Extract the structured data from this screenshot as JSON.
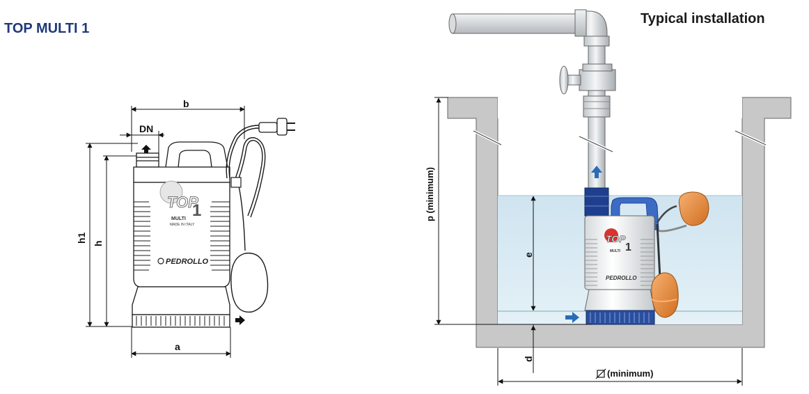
{
  "header": {
    "product_title": "TOP MULTI 1",
    "installation_title": "Typical installation"
  },
  "pump_drawing": {
    "dim_b": "b",
    "dim_dn": "DN",
    "dim_h1": "h1",
    "dim_h": "h",
    "dim_a": "a",
    "logo_top": "TOP",
    "logo_number": "1",
    "logo_model": "MULTI",
    "logo_made_in": "MADE IN ITALY",
    "brand": "PEDROLLO"
  },
  "installation": {
    "dim_p": "p (minimum)",
    "dim_e": "e",
    "dim_d": "d",
    "dim_width": "(minimum)",
    "logo_top": "TOP",
    "logo_number": "1",
    "logo_model": "MULTI",
    "brand": "PEDROLLO"
  },
  "colors": {
    "title_blue": "#1f3a78",
    "water": "#d6e9f3",
    "pit_wall": "#c8c8c8",
    "arrow_blue": "#2a6db5",
    "float_orange": "#e88a3a",
    "pump_base_blue": "#2a4fa0"
  }
}
